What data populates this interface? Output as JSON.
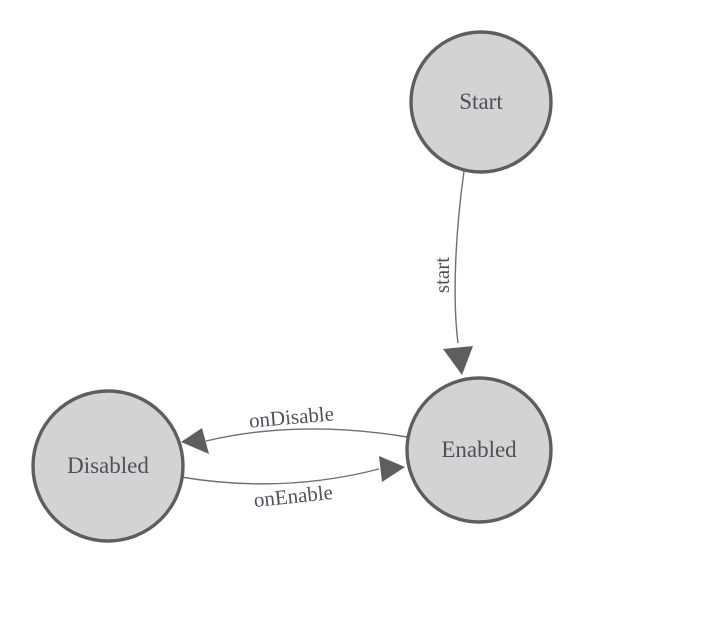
{
  "diagram": {
    "title": "state-machine-diagram",
    "colors": {
      "background": "#ffffff",
      "node_fill": "#d3d3d3",
      "node_stroke": "#5e5e5e",
      "edge_stroke": "#6f6f6f",
      "arrowhead_fill": "#5e5e5e",
      "text": "#50505a"
    },
    "nodes": [
      {
        "id": "start",
        "label": "Start"
      },
      {
        "id": "enabled",
        "label": "Enabled"
      },
      {
        "id": "disabled",
        "label": "Disabled"
      }
    ],
    "edges": [
      {
        "from": "start",
        "to": "enabled",
        "label": "start"
      },
      {
        "from": "enabled",
        "to": "disabled",
        "label": "onDisable"
      },
      {
        "from": "disabled",
        "to": "enabled",
        "label": "onEnable"
      }
    ]
  }
}
